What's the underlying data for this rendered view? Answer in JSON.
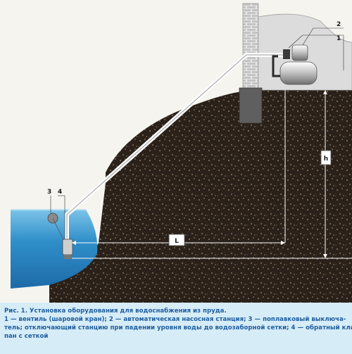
{
  "labels": {
    "n1": "1",
    "n2": "2",
    "n3": "3",
    "n4": "4",
    "h": "h",
    "L": "L"
  },
  "caption": {
    "line1": "Рис. 1. Установка оборудования для водоснабжения из пруда.",
    "line2": "1 — вентиль (шаровой кран); 2 — автоматическая насосная станция; 3 — поплавковый выключа-",
    "line3": "тель; отключающий станцию при падении уровня воды до водозаборной сетки; 4 — обратный кла-",
    "line4": "пан с сеткой"
  },
  "colors": {
    "soil": "#2a211a",
    "water": "#3a9bd0",
    "caption_bg": "#d6ecf7",
    "caption_text": "#1f5fa0",
    "pipe": "#e9e9e9",
    "wall": "#d9d9d9"
  }
}
